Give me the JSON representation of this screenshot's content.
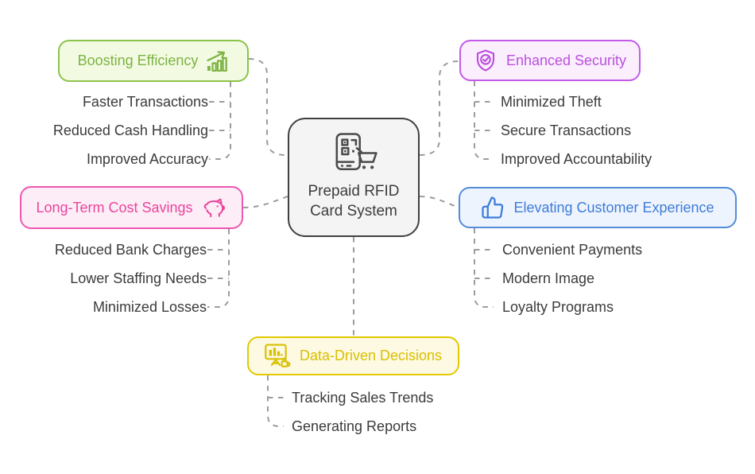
{
  "theme": {
    "text_color": "#3b3b3b",
    "line_color": "#9c9c9c"
  },
  "center": {
    "label_line1": "Prepaid RFID",
    "label_line2": "Card System",
    "icon": "phone-qr-shopping-cart-icon",
    "border_color": "#404040",
    "bg_color": "#f4f4f4",
    "text_color": "#3d3d3d"
  },
  "branches": [
    {
      "id": "boosting-efficiency",
      "label": "Boosting Efficiency",
      "icon": "growth-bar-chart-icon",
      "icon_side": "right",
      "border_color": "#8bc34a",
      "bg_color": "#f3fae2",
      "text_color": "#7cb342",
      "children": [
        "Faster Transactions",
        "Reduced Cash Handling",
        "Improved Accuracy"
      ]
    },
    {
      "id": "enhanced-security",
      "label": "Enhanced Security",
      "icon": "shield-check-icon",
      "icon_side": "left",
      "border_color": "#c45ae8",
      "bg_color": "#fbeffe",
      "text_color": "#ba4fdc",
      "children": [
        "Minimized Theft",
        "Secure Transactions",
        "Improved Accountability"
      ]
    },
    {
      "id": "long-term-cost-savings",
      "label": "Long-Term Cost Savings",
      "icon": "piggy-bank-icon",
      "icon_side": "right",
      "border_color": "#ee57b2",
      "bg_color": "#fdedf6",
      "text_color": "#e8459e",
      "children": [
        "Reduced Bank Charges",
        "Lower Staffing Needs",
        "Minimized Losses"
      ]
    },
    {
      "id": "elevating-customer-experience",
      "label": "Elevating Customer Experience",
      "icon": "thumbs-up-icon",
      "icon_side": "left",
      "border_color": "#548cd9",
      "bg_color": "#eef4fd",
      "text_color": "#3d7cd9",
      "children": [
        "Convenient Payments",
        "Modern Image",
        "Loyalty Programs"
      ]
    },
    {
      "id": "data-driven-decisions",
      "label": "Data-Driven Decisions",
      "icon": "chart-presentation-coffee-icon",
      "icon_side": "left",
      "border_color": "#e2c900",
      "bg_color": "#fdf9e2",
      "text_color": "#d9c000",
      "children": [
        "Tracking Sales Trends",
        "Generating Reports"
      ]
    }
  ]
}
